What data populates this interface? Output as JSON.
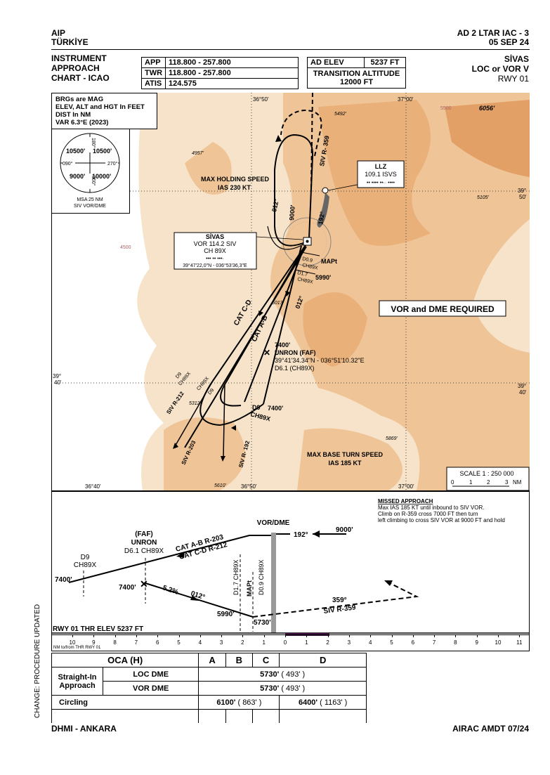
{
  "header": {
    "aip": "AIP",
    "country": "TÜRKİYE",
    "chart_id": "AD 2 LTAR IAC - 3",
    "date": "05 SEP 24",
    "chart_type": [
      "INSTRUMENT",
      "APPROACH",
      "CHART - ICAO"
    ],
    "title": "SİVAS",
    "procedure": "LOC or VOR V",
    "runway": "RWY 01"
  },
  "frequencies": [
    {
      "label": "APP",
      "value": "118.800 - 257.800"
    },
    {
      "label": "TWR",
      "value": "118.800 - 257.800"
    },
    {
      "label": "ATIS",
      "value": "124.575"
    }
  ],
  "ad_elev": {
    "label": "AD ELEV",
    "value": "5237 FT"
  },
  "transition_altitude": {
    "label": "TRANSITION ALTITUDE",
    "value": "12000 FT"
  },
  "notes": [
    "BRGs are MAG",
    "ELEV, ALT and HGT In FEET",
    "DIST In NM",
    "VAR 6.3°E (2023)"
  ],
  "msa": {
    "nw": "10500'",
    "ne": "10500'",
    "sw": "9000'",
    "se": "10000'",
    "b180": "180°",
    "b090": "090°",
    "b270": "270°",
    "b360": "360°",
    "caption1": "MSA 25 NM",
    "caption2": "SIV VOR/DME"
  },
  "plan": {
    "lat_left_top": "36°50'",
    "lat_right_top": "37°00'",
    "lat_bottom_left": "36°40'",
    "lat_bottom_mid": "36°50'",
    "lat_bottom_right": "37°00'",
    "lon_n": "39°\n50'",
    "lon_s": "39°\n40'",
    "peak": "6056'",
    "spot_5492": "5492'",
    "spot_4957": "4957'",
    "spot_5105": "5105'",
    "spot_5013": "5013'",
    "spot_5312": "5312'",
    "spot_5869": "5869'",
    "spot_5610": "5610'",
    "contour_5500": "5500",
    "contour_4500": "4500",
    "holding_speed": "MAX HOLDING SPEED",
    "holding_ias": "IAS 230 KT",
    "hold_alt": "9000'",
    "hold_out": "012°",
    "hold_radial": "SIV R- 359",
    "llz_name": "LLZ",
    "llz_freq": "109.1 ISVS",
    "llz_morse": "•• •••• ••·· ••••",
    "rwy_track": "192°",
    "vor_name": "SİVAS",
    "vor_freq": "VOR 114.2 SIV",
    "vor_ch": "CH 89X",
    "vor_morse": "••• •• •••·",
    "vor_coord": "39°47'22,0\"N - 036°53'36,3\"E",
    "d09": "D0.9",
    "ch89x": "CH89X",
    "mapt": "MAPt",
    "d17": "D1.7",
    "alt5990": "5990'",
    "vor_dme_req": "VOR and DME REQUIRED",
    "cat_cd": "CAT C-D",
    "cat_ab": "CAT A-B",
    "inb012": "012°",
    "faf_alt": "7400'",
    "faf_name": "UNRON (FAF)",
    "faf_coord": "39°41'34.34\"N - 036°51'10.32\"E",
    "faf_dist": "D6.1 (CH89X)",
    "d9": "D9",
    "d9_alt": "7400'",
    "siv212": "SIV R-212",
    "siv203": "SIV R-203",
    "siv192": "SIV R- 192",
    "base_speed": "MAX BASE TURN SPEED",
    "base_ias": "IAS 185 KT",
    "scale": "SCALE 1 : 250 000",
    "scale_ticks": [
      "0",
      "1",
      "2",
      "3",
      "NM"
    ]
  },
  "missed": {
    "title": "MISSED APPROACH",
    "lines": [
      "Max IAS 185 KT until inbound to SIV VOR.",
      "Climb on R-359 cross 7000 FT then turn",
      "left climbing to cross SIV VOR at 9000 FT and hold"
    ]
  },
  "profile": {
    "vordme": "VOR/DME",
    "track192": "192°",
    "alt9000": "9000'",
    "faf": "(FAF)",
    "unron": "UNRON",
    "faf_dist": "D6.1 CH89X",
    "cat_ab": "CAT A-B R-203",
    "cat_cd": "CAT C-D R-212",
    "d9": "D9",
    "ch89x": "CH89X",
    "alt7400a": "7400'",
    "alt7400b": "7400'",
    "grad": "5.2%",
    "trk012": "012°",
    "d17": "D1.7 CH89X",
    "mapt": "MAPt",
    "d09": "D0.9 CH89X",
    "alt5990": "5990'",
    "alt5730": "5730'",
    "trk359": "359°",
    "siv359": "SIV R-359",
    "thr": "RWY 01 THR ELEV 5237 FT",
    "nm_label": "NM to/from THR RWY 01",
    "axis": [
      "10",
      "9",
      "8",
      "7",
      "6",
      "5",
      "4",
      "3",
      "2",
      "1",
      "0",
      "1",
      "2",
      "3",
      "4",
      "5",
      "6",
      "7",
      "8",
      "9",
      "10",
      "11"
    ]
  },
  "oca": {
    "header": [
      "OCA (H)",
      "A",
      "B",
      "C",
      "D"
    ],
    "straight_in": "Straight-In\nApproach",
    "loc_dme": "LOC DME",
    "vor_dme": "VOR DME",
    "loc_value": "5730'",
    "loc_h": "( 493' )",
    "vor_value": "5730'",
    "vor_h": "( 493' )",
    "circling": "Circling",
    "circ_ab": "6100'",
    "circ_ab_h": "( 863' )",
    "circ_d": "6400'",
    "circ_d_h": "( 1163' )"
  },
  "side_note": "CHANGE: PROCEDURE UPDATED",
  "footer": {
    "left": "DHMI - ANKARA",
    "right": "AIRAC AMDT 07/24"
  },
  "colors": {
    "terrain_light": "#f6e3c9",
    "terrain_mid": "#efc497",
    "terrain_dark": "#e2a067",
    "plan_bg": "#ffffff"
  }
}
